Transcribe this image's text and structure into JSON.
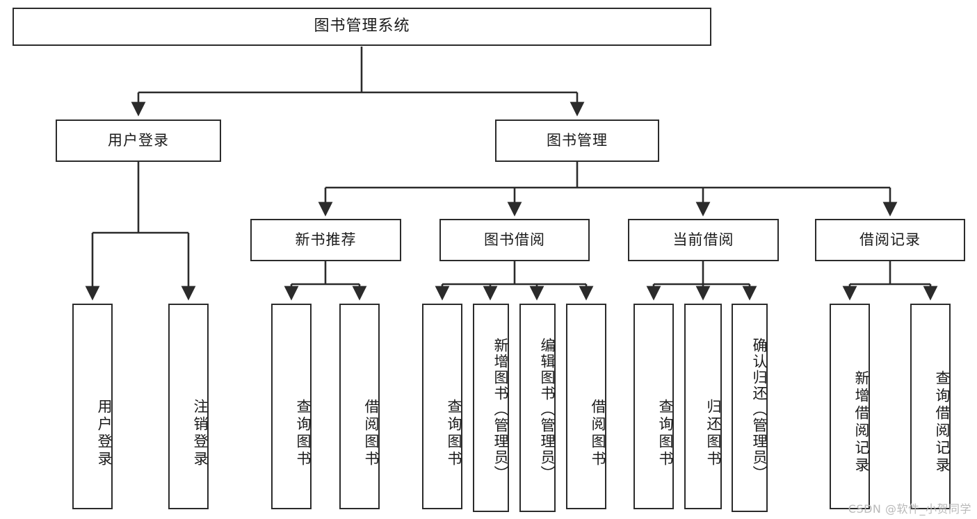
{
  "diagram": {
    "type": "tree",
    "title": "图书管理系统",
    "orientation": "top-down",
    "line_color": "#2b2b2b",
    "box_fill": "#ffffff",
    "text_color": "#1a1a1a"
  },
  "nodes": {
    "root": {
      "label": "图书管理系统"
    },
    "level2": [
      {
        "label": "用户登录"
      },
      {
        "label": "图书管理"
      }
    ],
    "level3": [
      {
        "label": "新书推荐"
      },
      {
        "label": "图书借阅"
      },
      {
        "label": "当前借阅"
      },
      {
        "label": "借阅记录"
      }
    ],
    "leaves": {
      "user_login": [
        {
          "label": "用户登录"
        },
        {
          "label": "注销登录"
        }
      ],
      "new_book": [
        {
          "label": "查询图书"
        },
        {
          "label": "借阅图书"
        }
      ],
      "book_borrow": [
        {
          "label": "查询图书"
        },
        {
          "label": "新增图书（管理员）"
        },
        {
          "label": "编辑图书（管理员）"
        },
        {
          "label": "借阅图书"
        }
      ],
      "current_borrow": [
        {
          "label": "查询图书"
        },
        {
          "label": "归还图书"
        },
        {
          "label": "确认归还（管理员）"
        }
      ],
      "borrow_record": [
        {
          "label": "新增借阅记录"
        },
        {
          "label": "查询借阅记录"
        }
      ]
    }
  },
  "watermark": {
    "text": "CSDN @软件_小贺同学"
  }
}
